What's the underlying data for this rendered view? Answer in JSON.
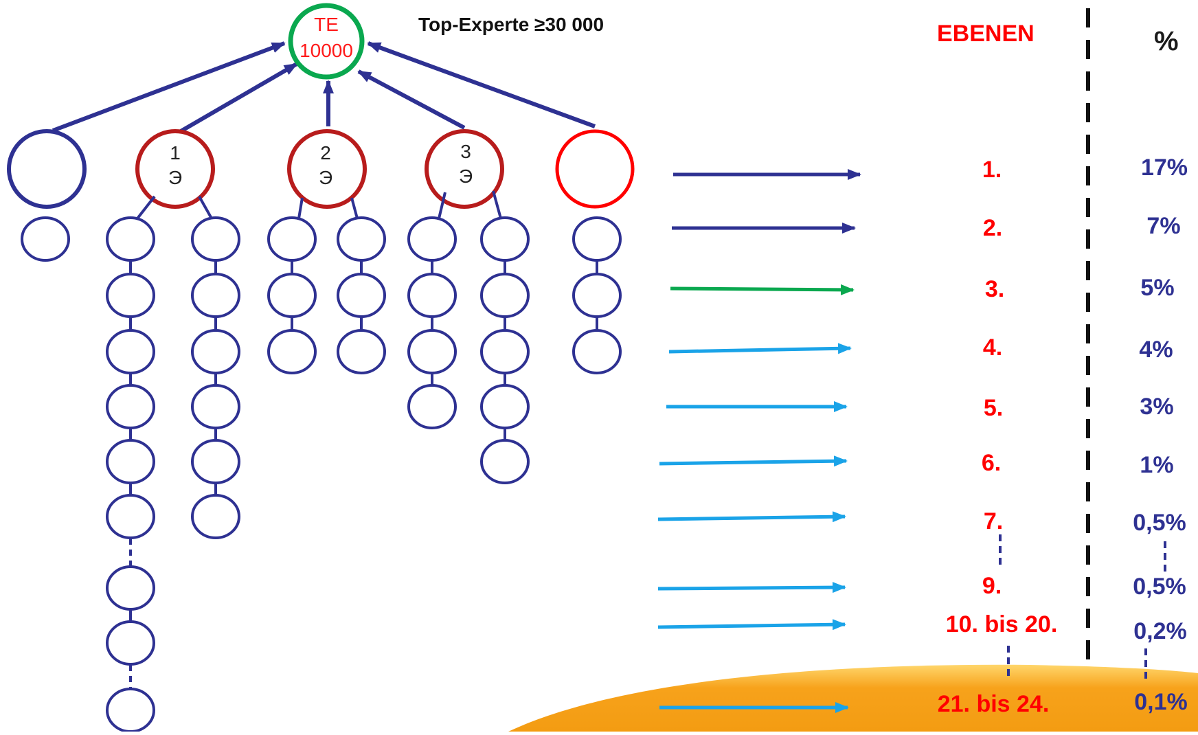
{
  "top_node": {
    "line1": "TE",
    "line2": "10000"
  },
  "title": "Top-Experte ≥30 000",
  "header": {
    "levels": "EBENEN",
    "percent": "%"
  },
  "expert_nodes": [
    {
      "number": "1",
      "letter": "Э"
    },
    {
      "number": "2",
      "letter": "Э"
    },
    {
      "number": "3",
      "letter": "Э"
    }
  ],
  "levels": [
    "1.",
    "2.",
    "3.",
    "4.",
    "5.",
    "6.",
    "7.",
    "9.",
    "10. bis 20.",
    "21. bis  24."
  ],
  "percents": [
    "17%",
    "7%",
    "5%",
    "4%",
    "3%",
    "1%",
    "0,5%",
    "0,5%",
    "0,2%",
    "0,1%"
  ],
  "colors": {
    "node_blue": "#2e3192",
    "arrow_navy": "#2e3192",
    "arrow_green": "#0aa84f",
    "arrow_cyan": "#1aa3e8",
    "expert_red": "#b81c1c",
    "bright_red": "#ff0000",
    "top_green": "#0aa84f",
    "sun_orange": "#f7a21b"
  }
}
